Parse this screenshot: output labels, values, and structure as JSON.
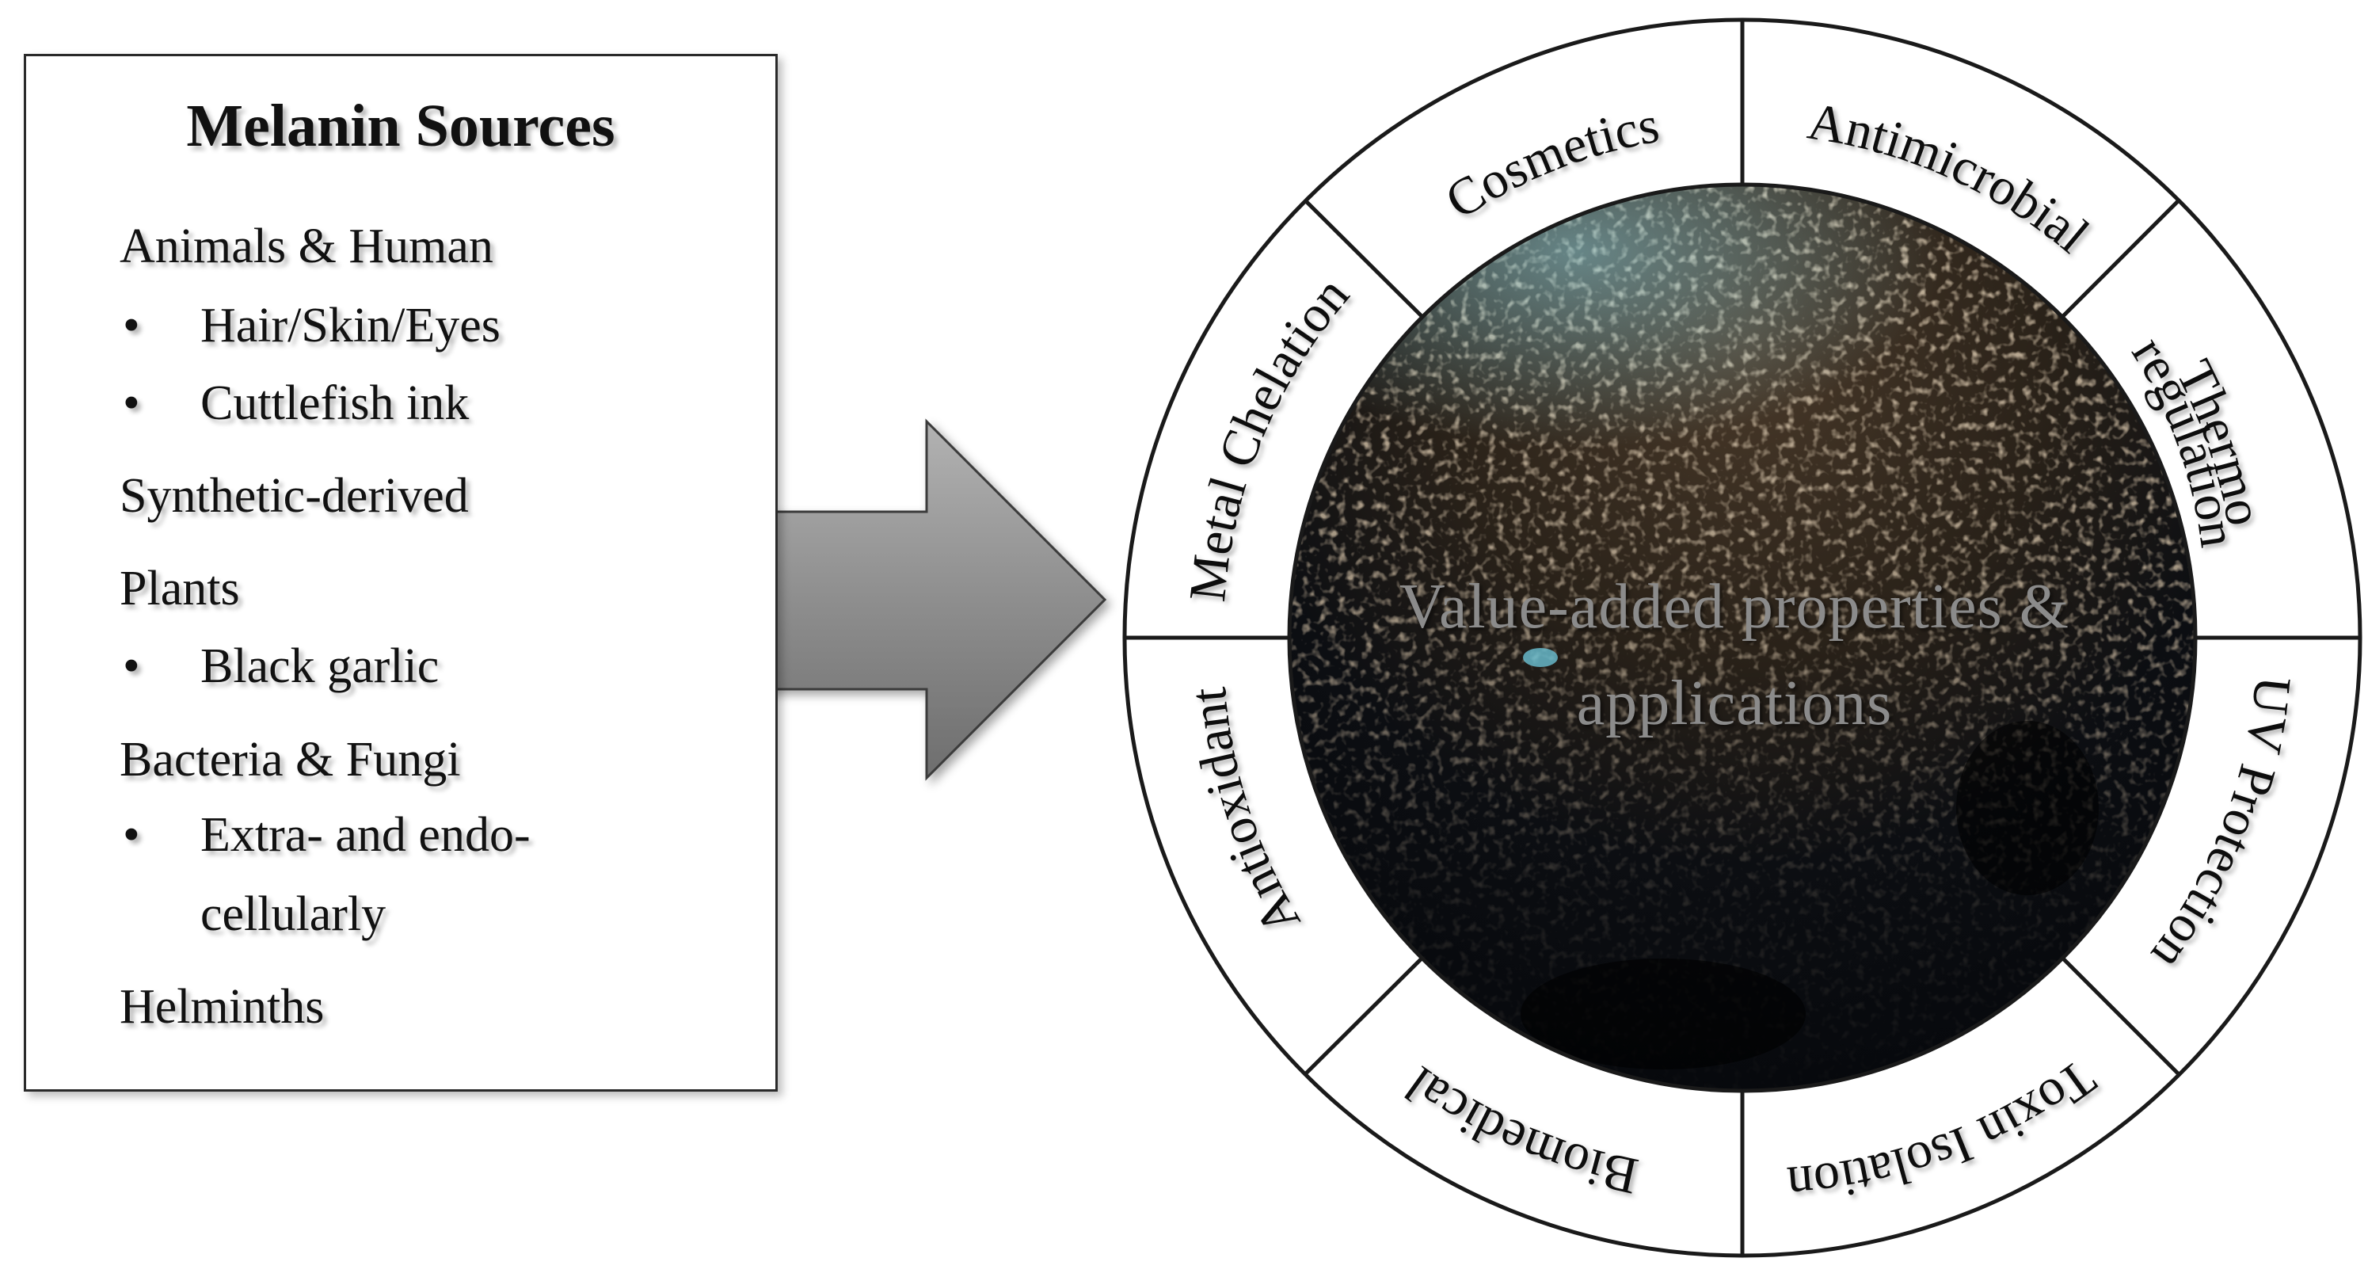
{
  "sources": {
    "title": "Melanin Sources",
    "categories": [
      {
        "label": "Animals & Human",
        "items": [
          "Hair/Skin/Eyes",
          "Cuttlefish ink"
        ]
      },
      {
        "label": "Synthetic-derived",
        "items": []
      },
      {
        "label": "Plants",
        "items": [
          "Black garlic"
        ]
      },
      {
        "label": "Bacteria & Fungi",
        "items": [
          "Extra- and endo-",
          "cellularly"
        ]
      },
      {
        "label": "Helminths",
        "items": []
      }
    ]
  },
  "wheel": {
    "center_label": [
      "Value-added properties &",
      "applications"
    ],
    "segments": [
      "Cosmetics",
      "Antimicrobial",
      "Thermo",
      "regulation",
      "UV Protection",
      "Toxin Isolation",
      "Biomedical",
      "Antioxidant",
      "Metal Chelation"
    ]
  },
  "colors": {
    "arrow_fill": "#8e8e8e",
    "disc_dark": "#05070a",
    "disc_brown": "#5a4632",
    "disc_cyan": "#7fb6c0",
    "outline": "#1a1a1a"
  }
}
